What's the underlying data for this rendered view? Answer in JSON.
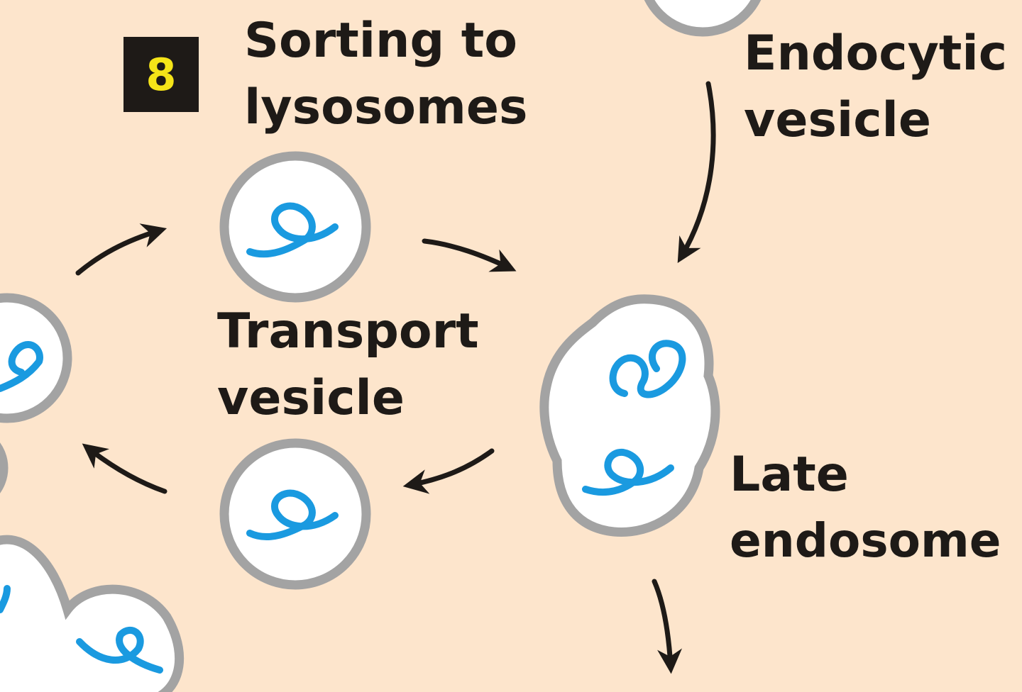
{
  "step": {
    "number": "8",
    "title_line1": "Sorting to",
    "title_line2": "lysosomes"
  },
  "labels": {
    "endocytic_line1": "Endocytic",
    "endocytic_line2": "vesicle",
    "transport_line1": "Transport",
    "transport_line2": "vesicle",
    "late_line1": "Late",
    "late_line2": "endosome"
  },
  "colors": {
    "background": "#fde5cc",
    "vesicle_fill": "#ffffff",
    "membrane": "#a3a3a3",
    "cargo": "#1a9ae0",
    "arrow": "#1e1a17",
    "badge_bg": "#1e1a17",
    "badge_text": "#f5e418"
  }
}
